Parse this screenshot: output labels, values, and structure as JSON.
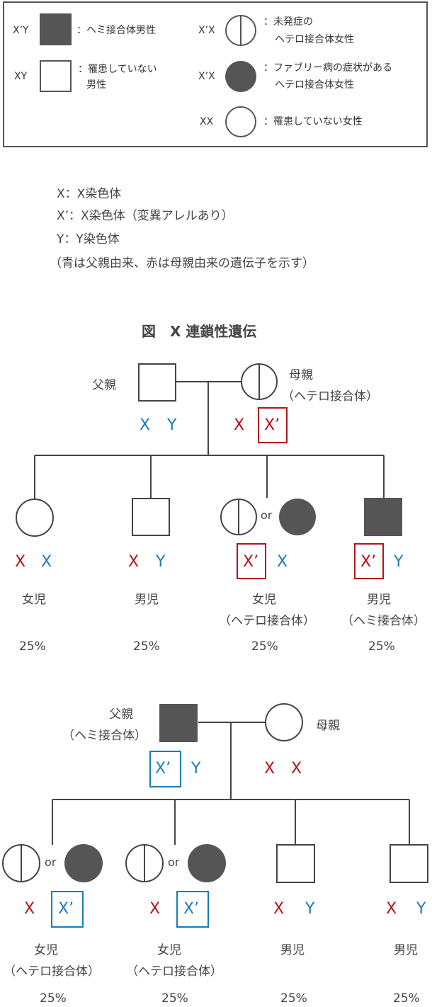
{
  "legend": {
    "hemi_male_geno": "X’Y",
    "hemi_male_label": "：ヘミ接合体男性",
    "unaffected_male_geno": "XY",
    "unaffected_male_label_1": "：罹患していない",
    "unaffected_male_label_2": "男性",
    "hetero_female_geno": "X’X",
    "hetero_female_label_1": "：未発症の",
    "hetero_female_label_2": "ヘテロ接合体女性",
    "fabry_female_geno": "X’X",
    "fabry_female_label_1": "：ファブリー病の症状がある",
    "fabry_female_label_2": "ヘテロ接合体女性",
    "unaffected_female_geno": "XX",
    "unaffected_female_label": "：罹患していない女性"
  },
  "notes": {
    "line1": "X：X染色体",
    "line2": "X’：X染色体（変異アレルあり）",
    "line3": "Y：Y染色体",
    "line4": "（青は父親由来、赤は母親由来の遺伝子を示す）"
  },
  "figure_title": "図　X 連鎖性遺伝",
  "colors": {
    "paternal": "#1a7bbd",
    "maternal": "#b5121b",
    "affected": "#555555",
    "line": "#444444"
  },
  "pedigree1": {
    "father_label": "父親",
    "mother_label_1": "母親",
    "mother_label_2": "（ヘテロ接合体）",
    "father_alleles": [
      "X",
      "Y"
    ],
    "mother_alleles": [
      "X",
      "X’"
    ],
    "or": "or",
    "children": [
      {
        "a1": "X",
        "a2": "X",
        "label_1": "女児",
        "label_2": "",
        "pct": "25%"
      },
      {
        "a1": "X",
        "a2": "Y",
        "label_1": "男児",
        "label_2": "",
        "pct": "25%"
      },
      {
        "a1": "X’",
        "a2": "X",
        "label_1": "女児",
        "label_2": "（ヘテロ接合体）",
        "pct": "25%"
      },
      {
        "a1": "X’",
        "a2": "Y",
        "label_1": "男児",
        "label_2": "（ヘミ接合体）",
        "pct": "25%"
      }
    ]
  },
  "pedigree2": {
    "father_label_1": "父親",
    "father_label_2": "（ヘミ接合体）",
    "mother_label": "母親",
    "father_alleles": [
      "X’",
      "Y"
    ],
    "mother_alleles": [
      "X",
      "X"
    ],
    "or": "or",
    "children": [
      {
        "a1": "X",
        "a2": "X’",
        "label_1": "女児",
        "label_2": "（ヘテロ接合体）",
        "pct": "25%"
      },
      {
        "a1": "X",
        "a2": "X’",
        "label_1": "女児",
        "label_2": "（ヘテロ接合体）",
        "pct": "25%"
      },
      {
        "a1": "X",
        "a2": "Y",
        "label_1": "男児",
        "label_2": "",
        "pct": "25%"
      },
      {
        "a1": "X",
        "a2": "Y",
        "label_1": "男児",
        "label_2": "",
        "pct": "25%"
      }
    ]
  }
}
